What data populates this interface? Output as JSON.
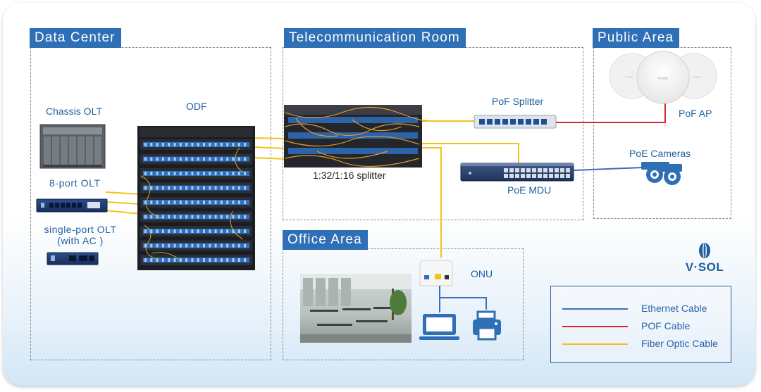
{
  "zones": {
    "data_center": "Data Center",
    "telecom_room": "Telecommunication Room",
    "public_area": "Public Area",
    "office_area": "Office Area"
  },
  "devices": {
    "chassis_olt": "Chassis OLT",
    "odf": "ODF",
    "olt_8port": "8-port OLT",
    "olt_single_line1": "single-port OLT",
    "olt_single_line2": "(with AC )",
    "splitter": "1:32/1:16 splitter",
    "pof_splitter": "PoF Splitter",
    "poe_mdu": "PoE MDU",
    "pof_ap": "PoF AP",
    "poe_cameras": "PoE Cameras",
    "onu": "ONU",
    "ap_brand": "V-SOL"
  },
  "legend": [
    {
      "label": "Ethernet Cable",
      "color": "#3d6fb8"
    },
    {
      "label": "POF Cable",
      "color": "#d6242b"
    },
    {
      "label": "Fiber Optic Cable",
      "color": "#f2c318"
    }
  ],
  "logo": {
    "text": "V·SOL",
    "icon": "vsol-logo-icon"
  },
  "colors": {
    "zone_title_bg": "#2f6fb6",
    "ethernet": "#3d6fb8",
    "pof": "#d6242b",
    "fiber": "#f2c318"
  }
}
